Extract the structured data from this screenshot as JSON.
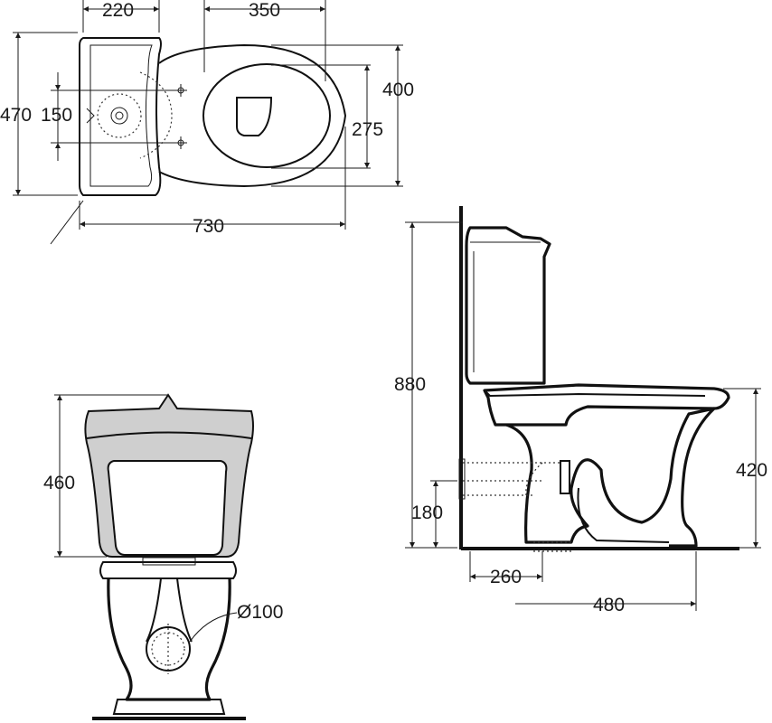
{
  "dimensions": {
    "top_width_tank": "220",
    "top_width_bowl": "350",
    "top_height_total": "470",
    "top_holes_spacing": "150",
    "top_seat_outer": "400",
    "top_seat_inner": "275",
    "top_length": "730",
    "side_height_total": "880",
    "side_seat_height": "420",
    "side_outlet_height": "180",
    "side_outlet_offset": "260",
    "side_depth": "480",
    "front_tank_height": "460",
    "front_outlet_diameter": "Ø100"
  },
  "colors": {
    "line": "#111111",
    "tank_fill": "#cfcfcf",
    "background": "#ffffff"
  }
}
